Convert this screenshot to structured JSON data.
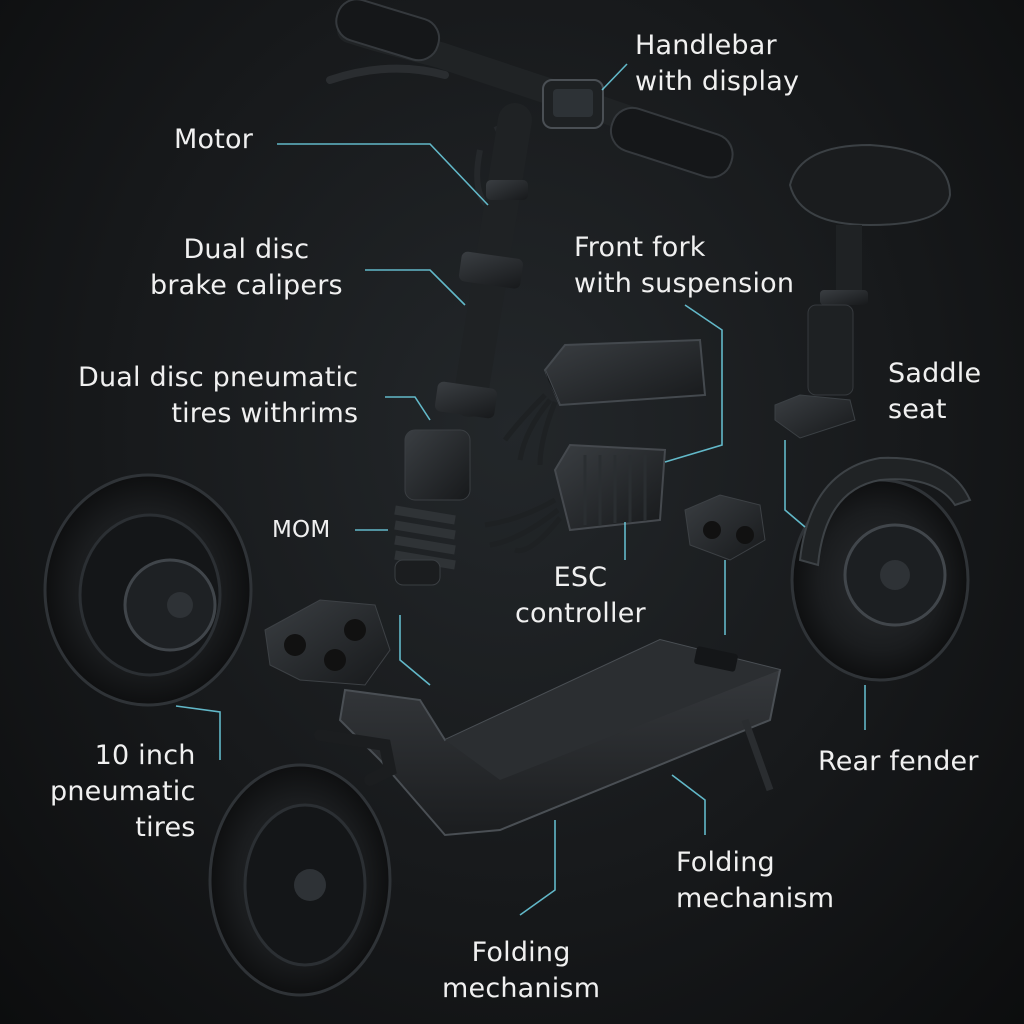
{
  "labels": {
    "handlebar": {
      "line1": "Handlebar",
      "line2": "with display"
    },
    "motor": "Motor",
    "brake_calipers": {
      "line1": "Dual disc",
      "line2": "brake calipers"
    },
    "front_fork": {
      "line1": "Front fork",
      "line2": "with suspension"
    },
    "pneumatic_rims": {
      "line1": "Dual disc pneumatic",
      "line2": "tires withrims"
    },
    "saddle": {
      "line1": "Saddle",
      "line2": "seat"
    },
    "mom": "MOM",
    "esc": {
      "line1": "ESC",
      "line2": "controller"
    },
    "tires_10": {
      "line1": "10 inch",
      "line2": "pneumatic",
      "line3": "tires"
    },
    "rear_fender": "Rear fender",
    "folding_right": {
      "line1": "Folding",
      "line2": "mechanism"
    },
    "folding_bottom": {
      "line1": "Folding",
      "line2": "mechanism"
    }
  },
  "colors": {
    "leader_line": "#6fd3e6",
    "label_text": "#f0f0f0",
    "part_fill": "#1c1e20",
    "part_stroke": "#3a3e42"
  }
}
